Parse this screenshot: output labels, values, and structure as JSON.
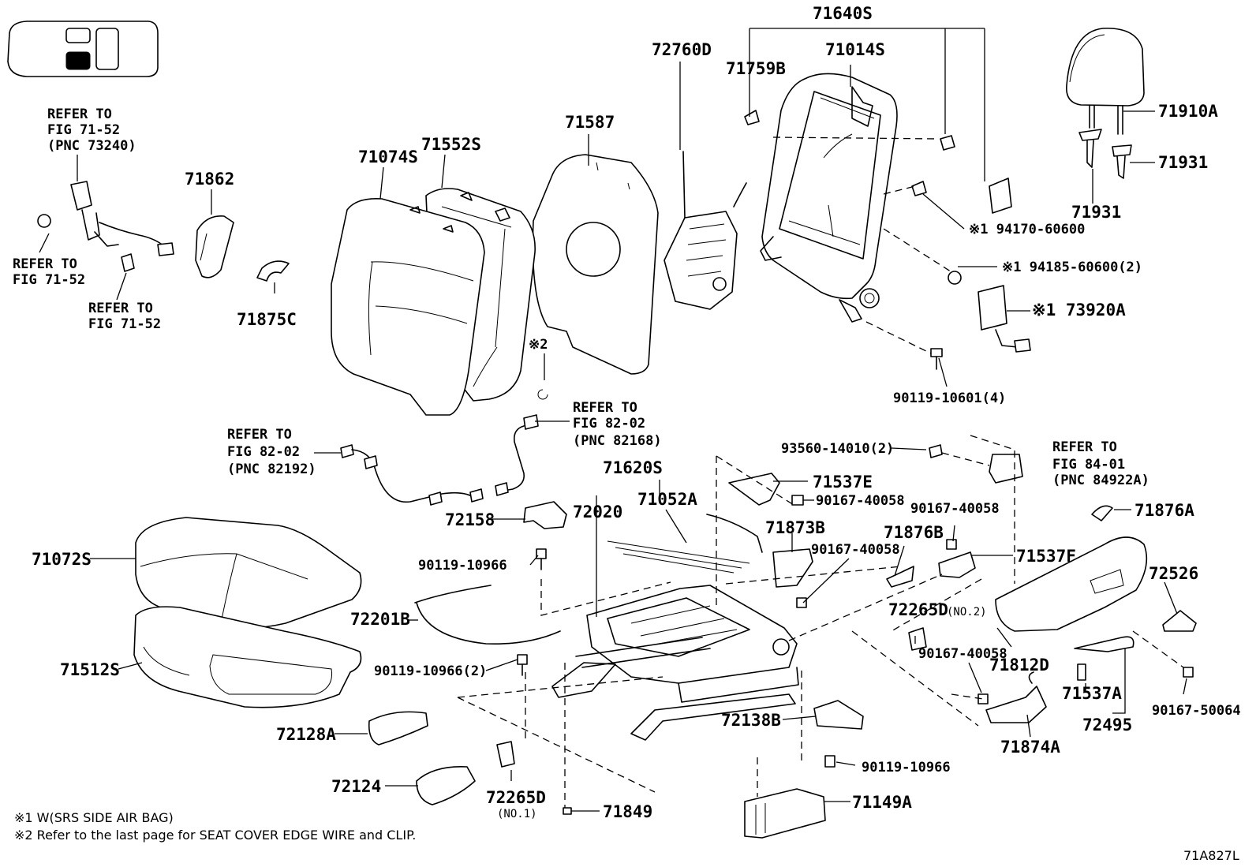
{
  "diagram_id": "71A827L",
  "notes": [
    "※1 W(SRS SIDE AIR BAG)",
    "※2 Refer to the last page for SEAT COVER EDGE WIRE and CLIP."
  ],
  "parts": {
    "p71640S": "71640S",
    "p72760D": "72760D",
    "p71759B": "71759B",
    "p71014S": "71014S",
    "p71910A": "71910A",
    "p71931a": "71931",
    "p71931b": "71931",
    "p71587": "71587",
    "p71552S": "71552S",
    "p71074S": "71074S",
    "p71862": "71862",
    "p71875C": "71875C",
    "p94170": "※1 94170-60600",
    "p94185": "※1 94185-60600(2)",
    "p73920A": "※1 73920A",
    "p90119_10601": "90119-10601(4)",
    "p71620S": "71620S",
    "p72020": "72020",
    "p71052A": "71052A",
    "p72158": "72158",
    "p90119_10966a": "90119-10966",
    "p71072S": "71072S",
    "p72201B": "72201B",
    "p71512S": "71512S",
    "p90119_10966_2": "90119-10966(2)",
    "p72128A": "72128A",
    "p72124": "72124",
    "p72265D_no1": "72265D",
    "p72265D_no1_sub": "(NO.1)",
    "p71849": "71849",
    "p72138B": "72138B",
    "p90119_10966b": "90119-10966",
    "p71149A": "71149A",
    "p93560": "93560-14010(2)",
    "p71537E": "71537E",
    "p90167_40058a": "90167-40058",
    "p71873B": "71873B",
    "p90167_40058b": "90167-40058",
    "p71876B": "71876B",
    "p90167_40058c": "90167-40058",
    "p71537F": "71537F",
    "p71876A": "71876A",
    "p72526": "72526",
    "p72265D_no2": "72265D",
    "p72265D_no2_sub": "(NO.2)",
    "p90167_40058d": "90167-40058",
    "p71812D": "71812D",
    "p71874A": "71874A",
    "p71537A": "71537A",
    "p72495": "72495",
    "p90167_50064": "90167-50064",
    "note2_mark": "※2"
  },
  "refs": {
    "seatbelt_top": [
      "REFER TO",
      "FIG 71-52",
      "(PNC 73240)"
    ],
    "seatbelt_left": [
      "REFER TO",
      "FIG 71-52"
    ],
    "seatbelt_bottom": [
      "REFER TO",
      "FIG 71-52"
    ],
    "harness_left": [
      "REFER TO",
      "FIG 82-02",
      "(PNC 82192)"
    ],
    "harness_right": [
      "REFER TO",
      "FIG 82-02",
      "(PNC 82168)"
    ],
    "switch": [
      "REFER TO",
      "FIG 84-01",
      "(PNC 84922A)"
    ]
  }
}
